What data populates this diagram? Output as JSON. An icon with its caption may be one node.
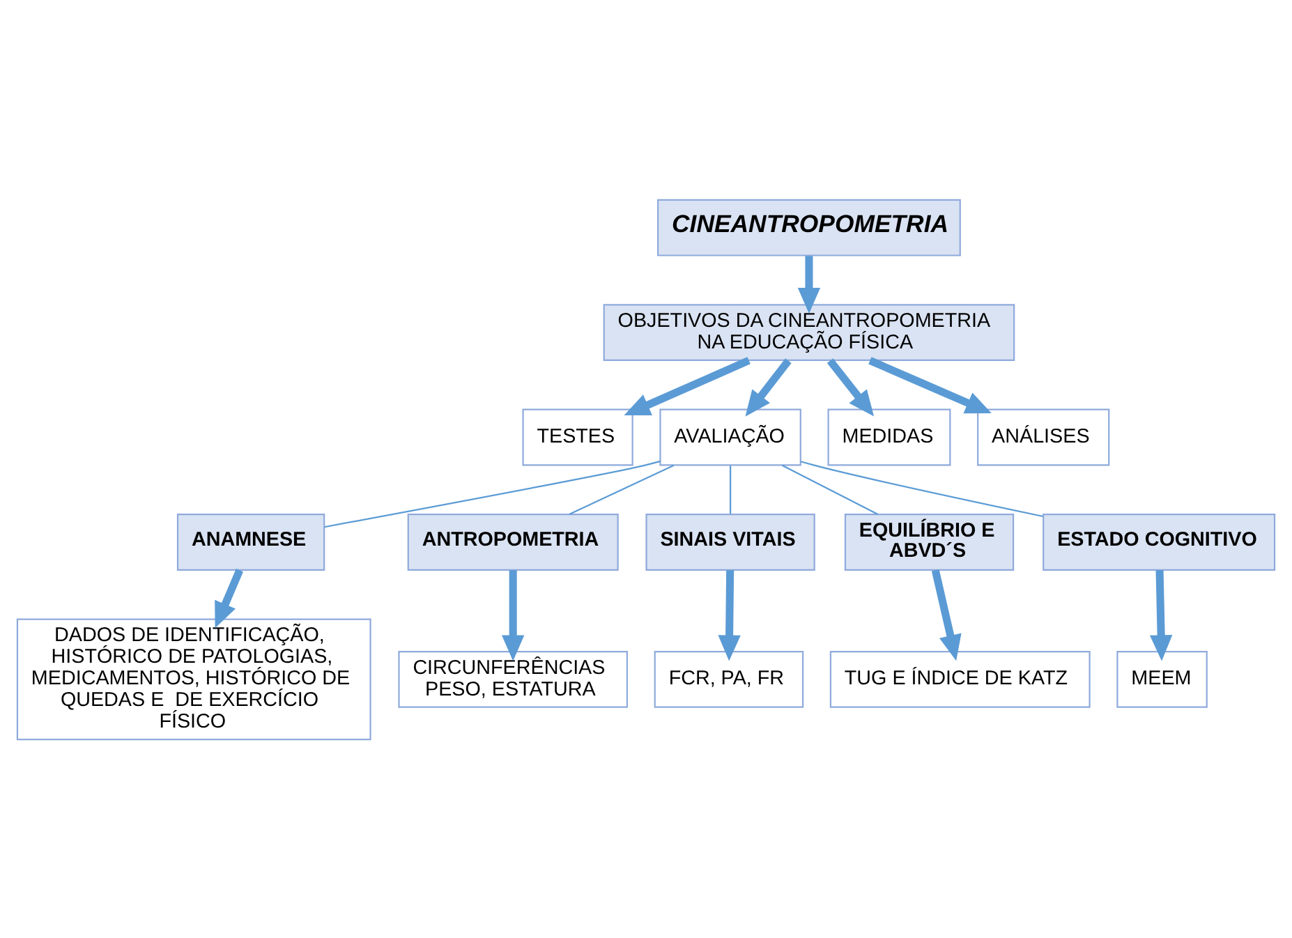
{
  "diagram": {
    "nodes": [
      {
        "text": [
          "CINEANTROPOMETRIA"
        ]
      },
      {
        "text": [
          "OBJETIVOS DA CINEANTROPOMETRIA NA EDUCAÇÃO FÍSICA"
        ]
      },
      {
        "text": [
          "TESTES"
        ]
      },
      {
        "text": [
          "AVALIAÇÃO"
        ]
      },
      {
        "text": [
          "MEDIDAS"
        ]
      },
      {
        "text": [
          "ANÁLISES"
        ]
      },
      {
        "text": [
          "ANAMNESE"
        ]
      },
      {
        "text": [
          "ANTROPOMETRIA"
        ]
      },
      {
        "text": [
          "SINAIS VITAIS"
        ]
      },
      {
        "text": [
          "EQUILÍBRIO E ABVD´S"
        ]
      },
      {
        "text": [
          "ESTADO COGNITIVO"
        ]
      },
      {
        "text": [
          "DADOS DE IDENTIFICAÇÃO, HISTÓRICO DE PATOLOGIAS, MEDICAMENTOS, HISTÓRICO DE QUEDAS E  DE EXERCÍCIO FÍSICO"
        ]
      },
      {
        "text": [
          "CIRCUNFERÊNCIAS PESO, ESTATURA"
        ]
      },
      {
        "text": [
          "FCR, PA, FR"
        ]
      },
      {
        "text": [
          "TUG E ÍNDICE DE KATZ"
        ]
      },
      {
        "text": [
          "MEEM"
        ]
      }
    ],
    "edges": [
      {
        "from": 0,
        "to": 1,
        "arrow": "to"
      },
      {
        "from": 1,
        "to": 2,
        "arrow": "to"
      },
      {
        "from": 1,
        "to": 3,
        "arrow": "to"
      },
      {
        "from": 1,
        "to": 4,
        "arrow": "to"
      },
      {
        "from": 1,
        "to": 5,
        "arrow": "to"
      },
      {
        "from": 3,
        "to": 6,
        "arrow": "none"
      },
      {
        "from": 3,
        "to": 7,
        "arrow": "none"
      },
      {
        "from": 3,
        "to": 8,
        "arrow": "none"
      },
      {
        "from": 3,
        "to": 9,
        "arrow": "none"
      },
      {
        "from": 3,
        "to": 10,
        "arrow": "none"
      },
      {
        "from": 6,
        "to": 11,
        "arrow": "to"
      },
      {
        "from": 7,
        "to": 12,
        "arrow": "to"
      },
      {
        "from": 8,
        "to": 13,
        "arrow": "to"
      },
      {
        "from": 9,
        "to": 14,
        "arrow": "to"
      },
      {
        "from": 10,
        "to": 15,
        "arrow": "to"
      }
    ]
  }
}
